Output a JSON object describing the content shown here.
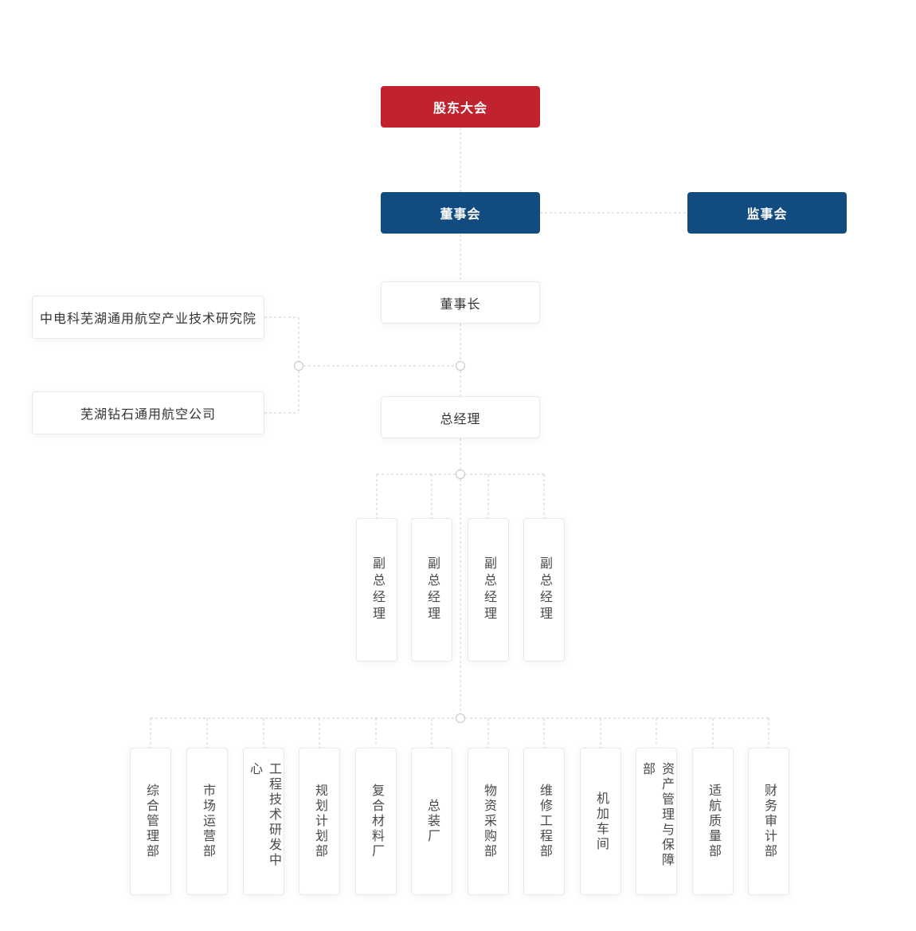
{
  "colors": {
    "red": "#c0222e",
    "navy": "#124b7f",
    "line": "#cccccc",
    "box_border": "#e9e9e9",
    "text_dark": "#333333",
    "text_vertical": "#4a4a4a"
  },
  "nodes": {
    "shareholders": "股东大会",
    "board": "董事会",
    "supervisory": "监事会",
    "chairman": "董事长",
    "general_manager": "总经理"
  },
  "affiliates": [
    "中电科芜湖通用航空产业技术研究院",
    "芜湖钻石通用航空公司"
  ],
  "deputies": [
    "副总经理",
    "副总经理",
    "副总经理",
    "副总经理"
  ],
  "departments": [
    "综合管理部",
    "市场运营部",
    "工程技术研发中心",
    "规划计划部",
    "复合材料厂",
    "总装厂",
    "物资采购部",
    "维修工程部",
    "机加车间",
    "资产管理与保障部",
    "适航质量部",
    "财务审计部"
  ],
  "edges_note": "股东大会→董事会; 董事会—监事会; 董事会→董事长→总经理; 中电科芜湖通用航空产业技术研究院/芜湖钻石通用航空公司—总经理线; 总经理→4副总经理; →12部门"
}
